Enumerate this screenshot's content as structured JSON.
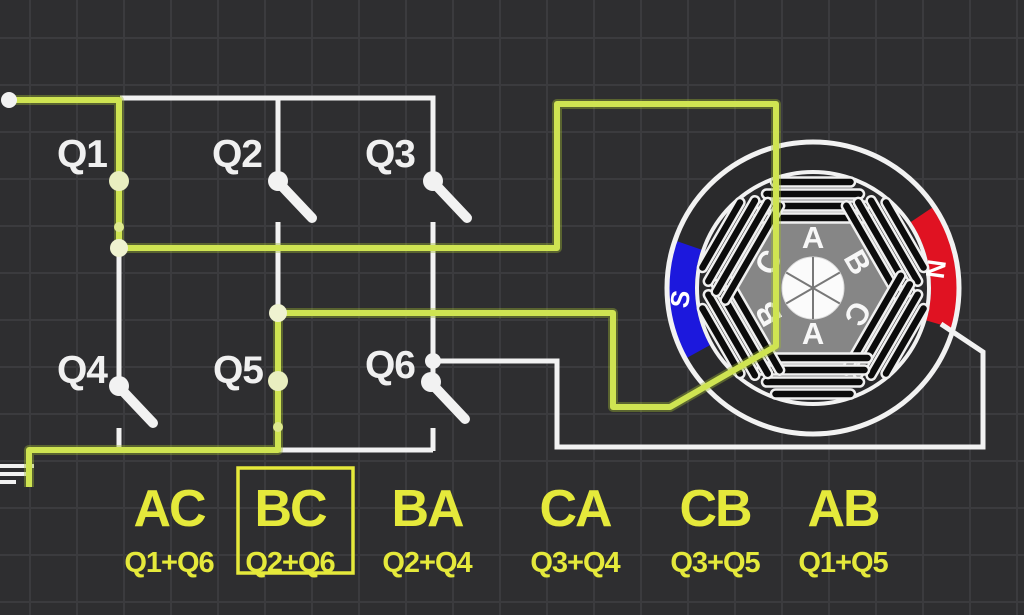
{
  "colors": {
    "background": "#2e2e30",
    "grid_line": "#3b3b3e",
    "wire": "#f2f2f2",
    "active_wire": "#cfe452",
    "active_wire_glow": "#9db733",
    "switch_label": "#f0f0f0",
    "step_text": "#e5e93b",
    "pole_n": "#e01222",
    "pole_s": "#1c18dd",
    "stator_core": "#868686"
  },
  "switches": [
    {
      "label": "Q1",
      "state": "closed"
    },
    {
      "label": "Q2",
      "state": "open"
    },
    {
      "label": "Q3",
      "state": "open"
    },
    {
      "label": "Q4",
      "state": "open"
    },
    {
      "label": "Q5",
      "state": "closed"
    },
    {
      "label": "Q6",
      "state": "open"
    }
  ],
  "motor": {
    "winding_labels": [
      "A",
      "B",
      "C",
      "A",
      "B",
      "C"
    ],
    "pole_labels": {
      "north": "N",
      "south": "S"
    }
  },
  "commutation_steps": [
    {
      "phases": "AC",
      "switches": "Q1+Q6",
      "highlighted": false
    },
    {
      "phases": "BC",
      "switches": "Q2+Q6",
      "highlighted": true
    },
    {
      "phases": "BA",
      "switches": "Q2+Q4",
      "highlighted": false
    },
    {
      "phases": "CA",
      "switches": "Q3+Q4",
      "highlighted": false
    },
    {
      "phases": "CB",
      "switches": "Q3+Q5",
      "highlighted": false
    },
    {
      "phases": "AB",
      "switches": "Q1+Q5",
      "highlighted": false
    }
  ]
}
